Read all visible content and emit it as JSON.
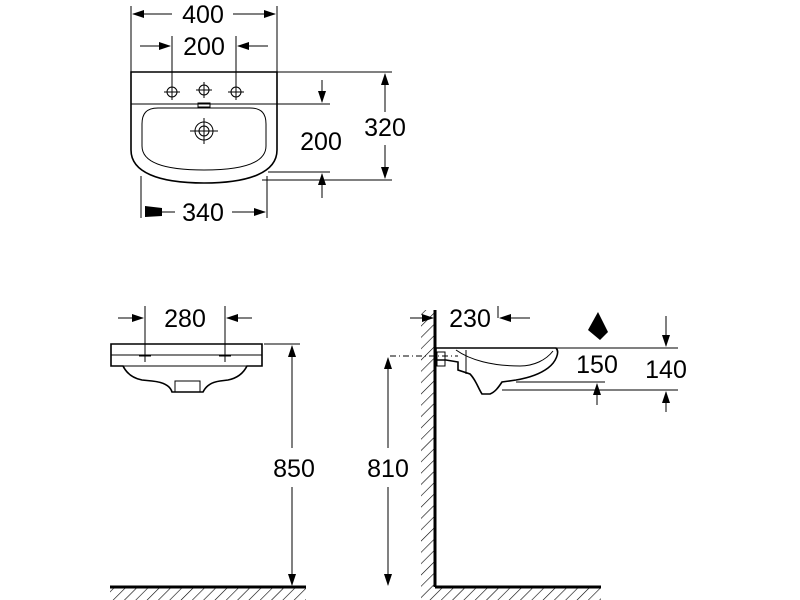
{
  "top_view": {
    "width_outer": "400",
    "tap_hole_spacing": "200",
    "inner_depth": "200",
    "overall_depth": "320",
    "width_inner": "340"
  },
  "front_view": {
    "hole_spacing": "280",
    "rim_height": "850"
  },
  "side_view": {
    "wall_offset": "230",
    "bowl_depth": "150",
    "basin_height": "140",
    "bracket_height": "810"
  }
}
